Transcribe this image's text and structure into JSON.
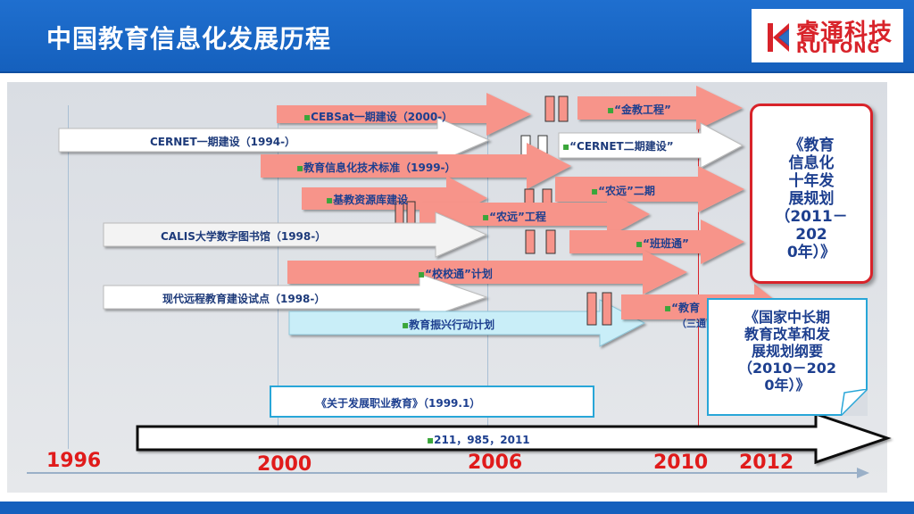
{
  "header": {
    "title": "中国教育信息化发展历程",
    "logo_cn": "睿通科技",
    "logo_en": "RUITONG"
  },
  "colors": {
    "header_bg": "#1560bd",
    "salmon_arrow": "#f7948a",
    "white_arrow": "#ffffff",
    "lightblue_arrow": "#c9eef8",
    "year_red": "#e01b1b"
  },
  "arrows": {
    "cebsat": "CEBSat一期建设（2000-）",
    "jinjiao": "“金教工程”",
    "cernet1": "CERNET一期建设（1994-）",
    "cernet2": "“CERNET二期建设”",
    "standards": "教育信息化技术标准（1999-）",
    "nongyuan2": "“农远”二期",
    "jichu": "基教资源库建设",
    "nongyuan": "“农远”工程",
    "calis": "CALIS大学数字图书馆（1998-）",
    "banbantong": "“班班通”",
    "xiaoxiaotong": "“校校通”计划",
    "distance": "现代远程教育建设试点（1998-）",
    "zhenxing": "教育振兴行动计划",
    "jiaoyu_partial": "“教育",
    "santong_partial": "（三通两平台",
    "timeline": "211，985，2011"
  },
  "vocational_doc": "《关于发展职业教育》（1999.1）",
  "plan_box": "《教育信息化十年发展规划（2011－2020年）》",
  "plan_lines": [
    "《教育",
    "信息化",
    "十年发",
    "展规划",
    "（2011－",
    "202",
    "0年）》"
  ],
  "outline_lines": [
    "《国家中长期",
    "教育改革和发",
    "展规划纲要",
    "（2010－202",
    "0年）》"
  ],
  "years": {
    "y1996": "1996",
    "y2000": "2000",
    "y2006": "2006",
    "y2010": "2010",
    "y2012": "2012"
  }
}
